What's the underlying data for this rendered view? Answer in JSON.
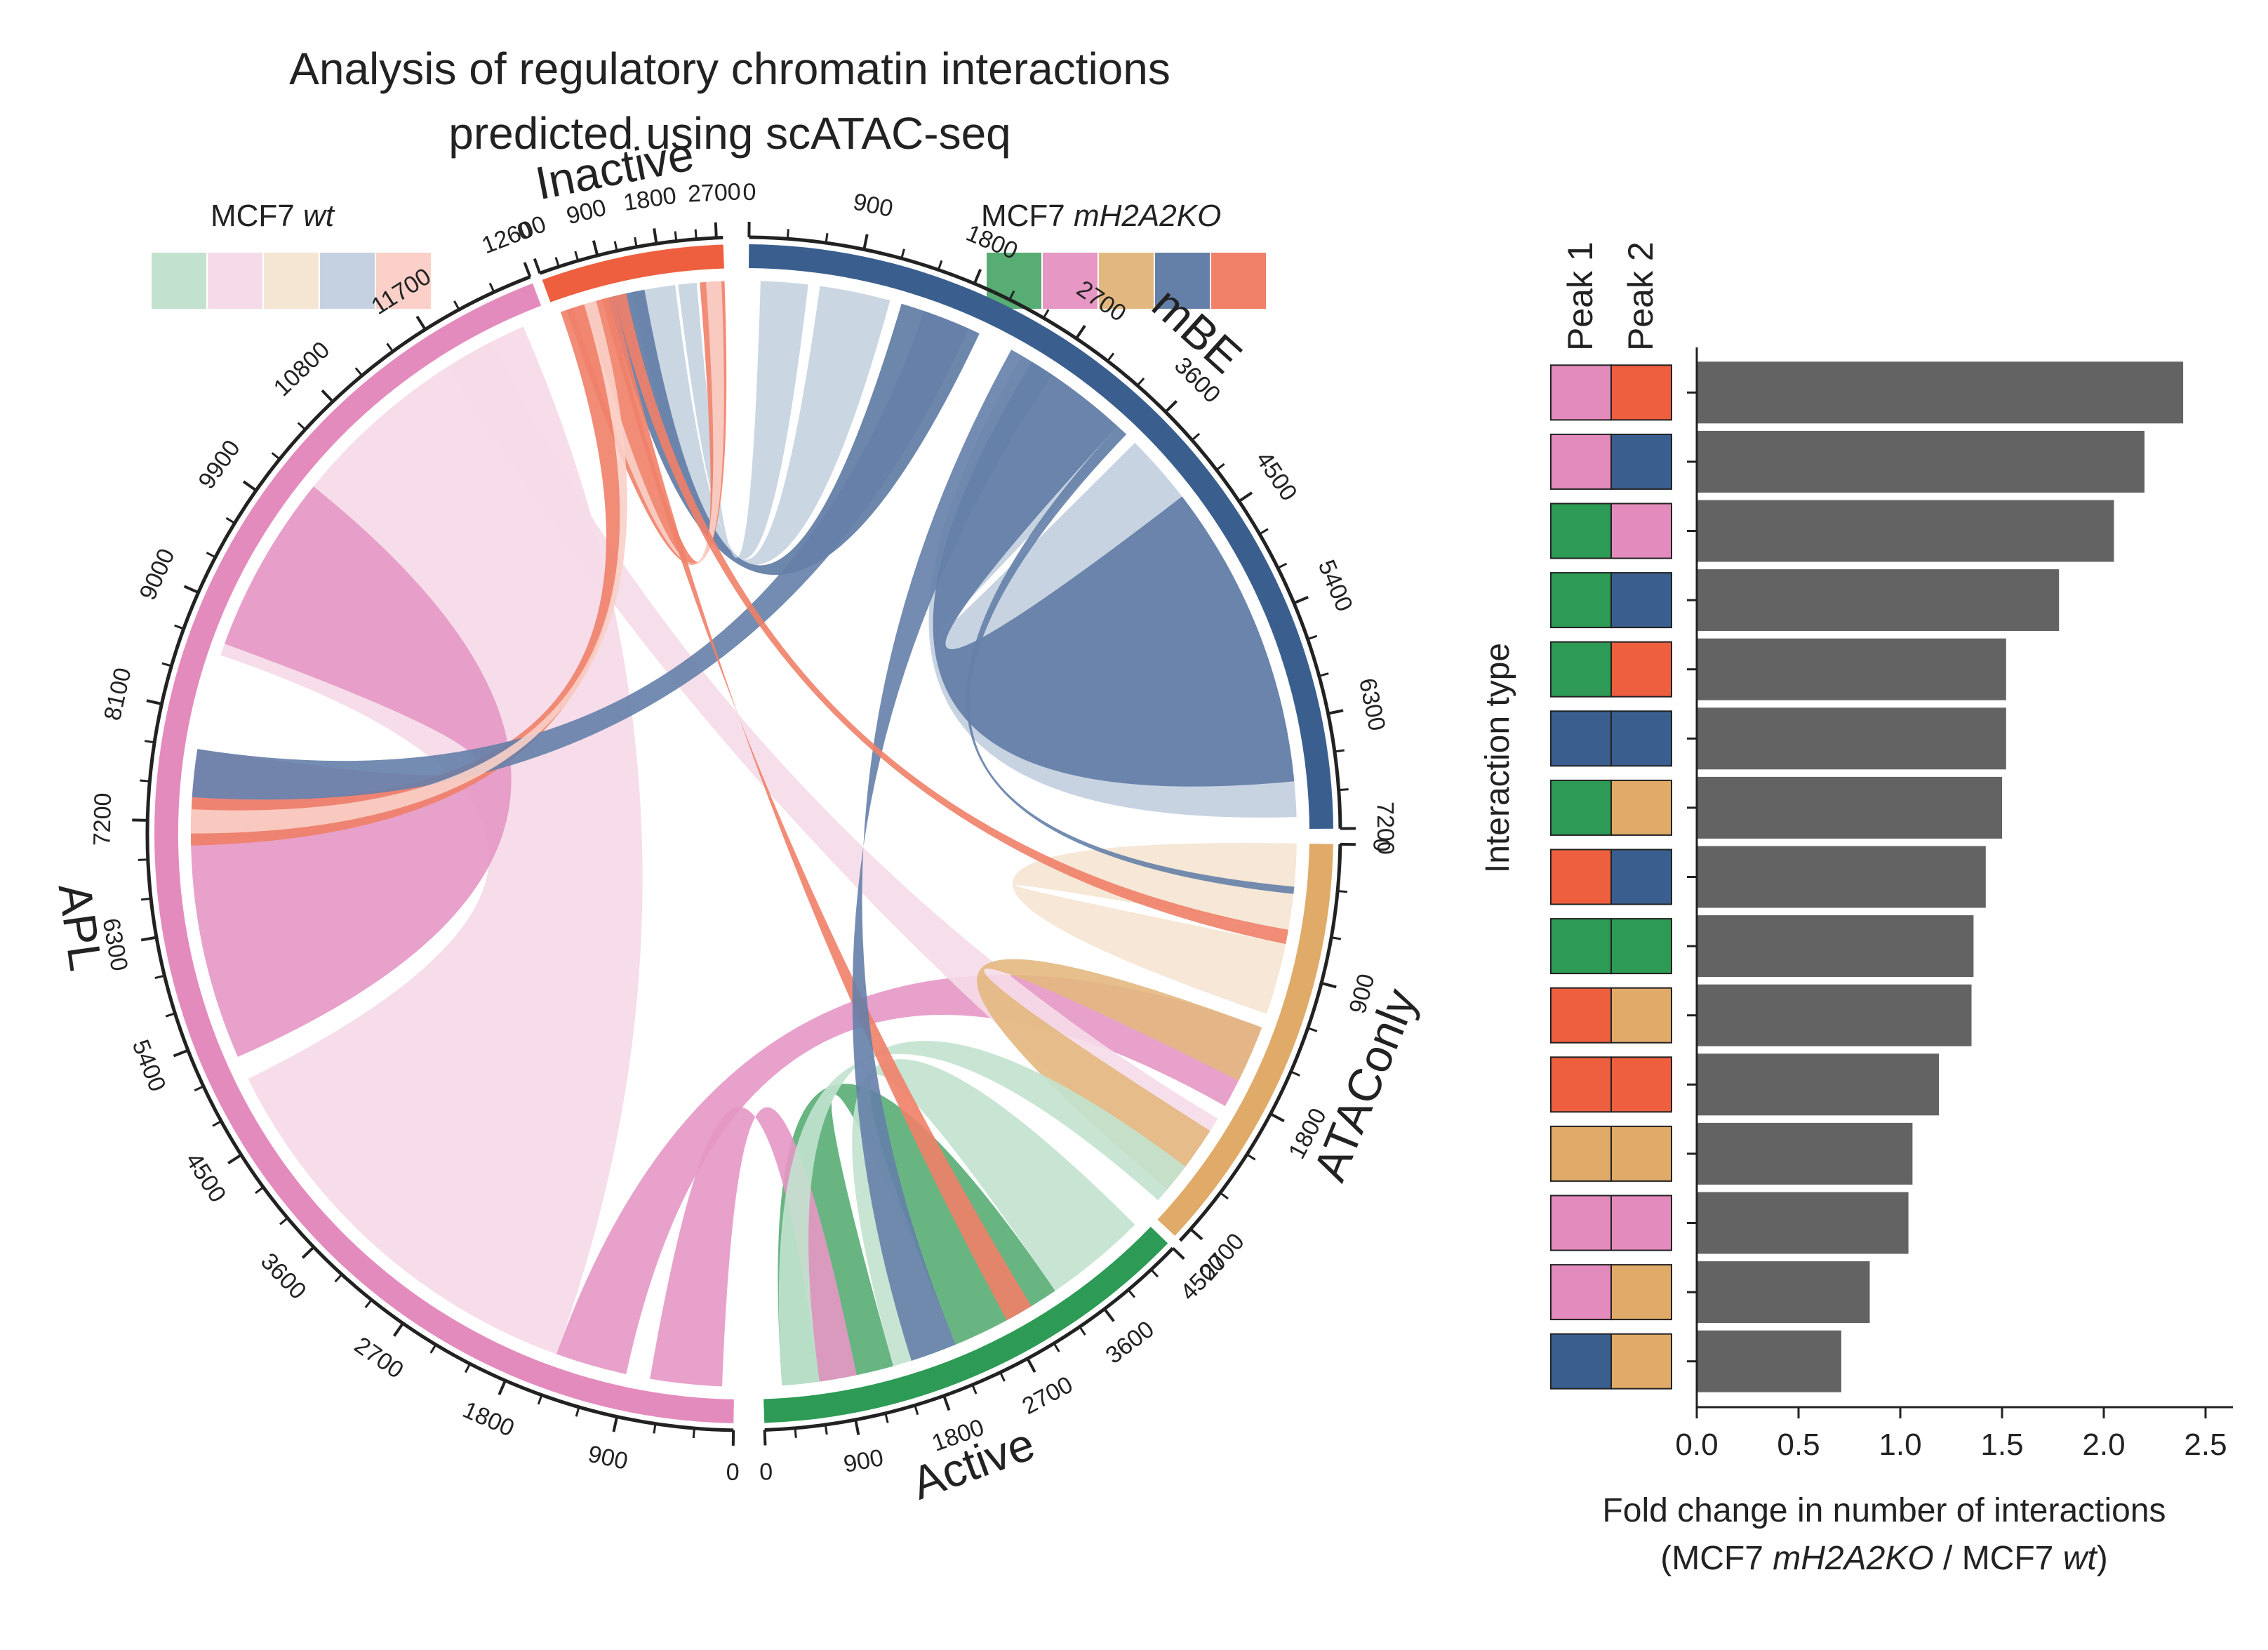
{
  "figure": {
    "title_line1": "Analysis of regulatory chromatin interactions",
    "title_line2": "predicted using scATAC-seq"
  },
  "legend": {
    "wt_label_prefix": "MCF7 ",
    "wt_label_italic": "wt",
    "ko_label_prefix": "MCF7 ",
    "ko_label_italic": "mH2A2KO",
    "wt_colors": [
      "#c2e2cf",
      "#f5dbe8",
      "#f5e6d4",
      "#c5d1e0",
      "#fad0c8"
    ],
    "ko_colors": [
      "#58ad74",
      "#e697c4",
      "#e3b880",
      "#6580a8",
      "#f08068"
    ]
  },
  "colors": {
    "Active": "#2d9b55",
    "APL": "#e48bbd",
    "ATAConly": "#e0aa68",
    "mBE": "#3a5f8f",
    "Inactive": "#ee5f3f",
    "bar": "#636363",
    "axis": "#222222"
  },
  "chord_data": {
    "type": "chord",
    "sectors": [
      {
        "name": "Active",
        "ticks": [
          "0",
          "900",
          "1800",
          "2700",
          "3600",
          "4500"
        ]
      },
      {
        "name": "APL",
        "ticks": [
          "0",
          "900",
          "1800",
          "2700",
          "3600",
          "4500",
          "5400",
          "6300",
          "7200",
          "8100",
          "9000",
          "9900",
          "10800",
          "11700",
          "12600"
        ]
      },
      {
        "name": "Inactive",
        "ticks": [
          "0",
          "900",
          "1800",
          "2700"
        ]
      },
      {
        "name": "mBE",
        "ticks": [
          "0",
          "900",
          "1800",
          "2700",
          "3600",
          "4500",
          "5400",
          "6300",
          "7200"
        ]
      },
      {
        "name": "ATAConly",
        "ticks": [
          "0",
          "900",
          "1800",
          "2700"
        ]
      }
    ]
  },
  "chart_data": {
    "type": "bar",
    "orientation": "horizontal",
    "ylabel": "Interaction type",
    "xlabel_line1": "Fold change in number of interactions",
    "xlabel_line2_parts": [
      "(MCF7 ",
      "mH2A2KO",
      " / MCF7 ",
      "wt",
      ")"
    ],
    "peak_headers": [
      "Peak 1",
      "Peak 2"
    ],
    "xlim": [
      0,
      2.6
    ],
    "xticks": [
      "0.0",
      "0.5",
      "1.0",
      "1.5",
      "2.0",
      "2.5"
    ],
    "categories": [
      {
        "peak1": "APL",
        "peak2": "Inactive"
      },
      {
        "peak1": "APL",
        "peak2": "mBE"
      },
      {
        "peak1": "Active",
        "peak2": "APL"
      },
      {
        "peak1": "Active",
        "peak2": "mBE"
      },
      {
        "peak1": "Active",
        "peak2": "Inactive"
      },
      {
        "peak1": "mBE",
        "peak2": "mBE"
      },
      {
        "peak1": "Active",
        "peak2": "ATAConly"
      },
      {
        "peak1": "Inactive",
        "peak2": "mBE"
      },
      {
        "peak1": "Active",
        "peak2": "Active"
      },
      {
        "peak1": "Inactive",
        "peak2": "ATAConly"
      },
      {
        "peak1": "Inactive",
        "peak2": "Inactive"
      },
      {
        "peak1": "ATAConly",
        "peak2": "ATAConly"
      },
      {
        "peak1": "APL",
        "peak2": "APL"
      },
      {
        "peak1": "APL",
        "peak2": "ATAConly"
      },
      {
        "peak1": "mBE",
        "peak2": "ATAConly"
      }
    ],
    "values": [
      2.39,
      2.2,
      2.05,
      1.78,
      1.52,
      1.52,
      1.5,
      1.42,
      1.36,
      1.35,
      1.19,
      1.06,
      1.04,
      0.85,
      0.71
    ]
  }
}
